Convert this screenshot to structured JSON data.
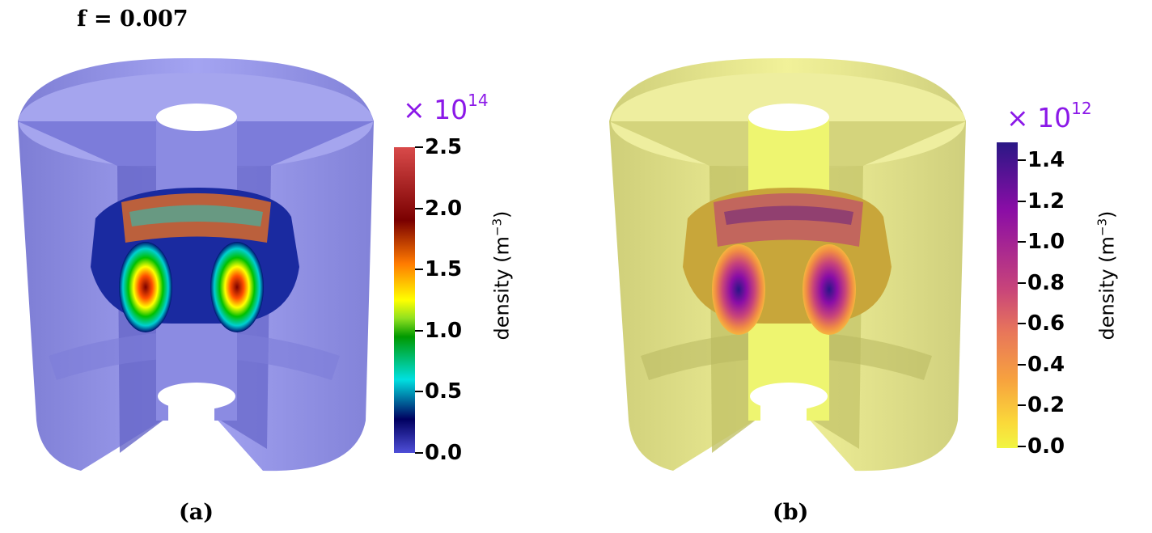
{
  "figure_title": "f = 0.007",
  "panels": [
    {
      "caption": "(a)",
      "colorbar": {
        "scale_base": "× 10",
        "scale_exp": "14",
        "label": "density (m",
        "label_exp": "−3",
        "label_end": ")",
        "ticks": [
          "2.5",
          "2.0",
          "1.5",
          "1.0",
          "0.5",
          "0.0"
        ],
        "colormap": "jet-like",
        "colors": [
          "#d94a4a",
          "#7a0000",
          "#ff7a00",
          "#ffff00",
          "#009900",
          "#00e0e0",
          "#000060",
          "#4f4fd8"
        ]
      },
      "vessel_color": "#8888e6"
    },
    {
      "caption": "(b)",
      "colorbar": {
        "scale_base": "× 10",
        "scale_exp": "12",
        "label": "density (m",
        "label_exp": "−3",
        "label_end": ")",
        "ticks": [
          "1.4",
          "1.2",
          "1.0",
          "0.8",
          "0.6",
          "0.4",
          "0.2",
          "0.0"
        ],
        "colormap": "plasma-like",
        "colors": [
          "#2a1785",
          "#8a0da6",
          "#c8447a",
          "#e8765a",
          "#f7a33e",
          "#fada3a",
          "#f1f542"
        ]
      },
      "vessel_color": "#e6e68a"
    }
  ]
}
